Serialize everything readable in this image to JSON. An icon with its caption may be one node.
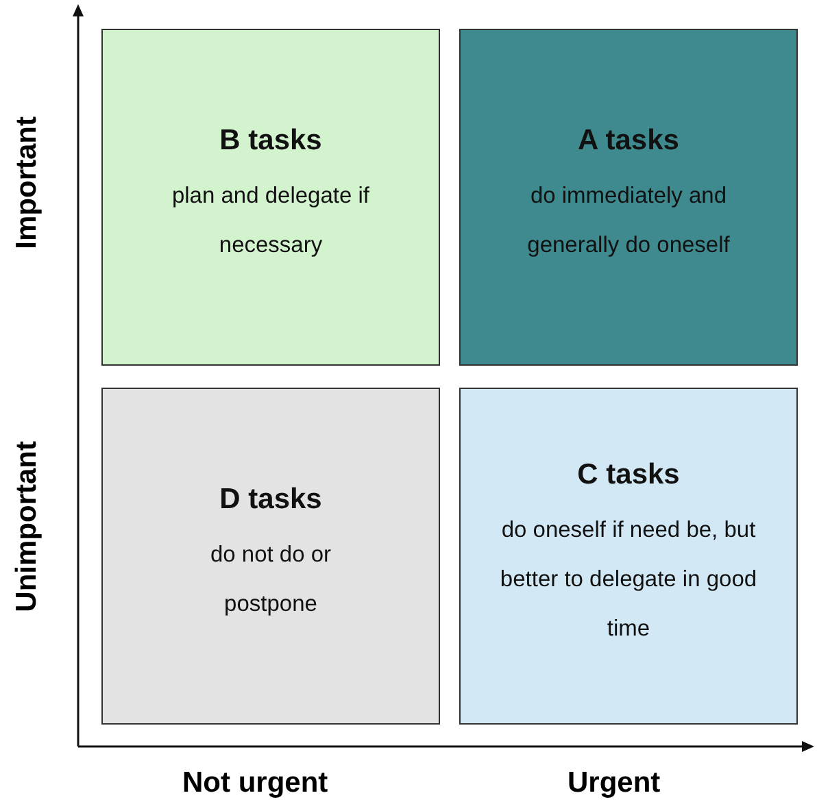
{
  "diagram": {
    "nodes": [
      {
        "text": [
          "B tasks",
          "plan and delegate if necessary"
        ]
      },
      {
        "text": [
          "A tasks",
          "do immediately and generally do oneself"
        ]
      },
      {
        "text": [
          "D tasks",
          "do not do or postpone"
        ]
      },
      {
        "text": [
          "C tasks",
          "do oneself if need be, but better to delegate in good time"
        ]
      }
    ],
    "labels": [
      "Important",
      "Unimportant",
      "Not urgent",
      "Urgent"
    ]
  }
}
